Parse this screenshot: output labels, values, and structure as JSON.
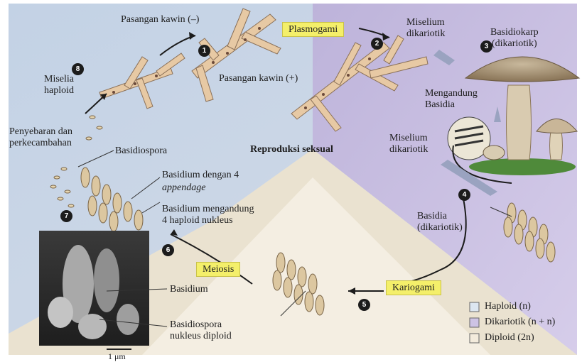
{
  "labels": {
    "pasangan_minus": "Pasangan kawin (–)",
    "pasangan_plus": "Pasangan kawin (+)",
    "plasmogami": "Plasmogami",
    "miselium_dikariotik_top": "Miselium\ndikariotik",
    "basidiokarp": "Basidiokarp\n(dikariotik)",
    "mengandung_basidia": "Mengandung\nBasidia",
    "miselium_dikariotik_mid": "Miselium\ndikariotik",
    "basidia_dikariotik": "Basidia\n(dikariotik)",
    "kariogami": "Kariogami",
    "reproduksi_seksual": "Reproduksi seksual",
    "miselia_haploid": "Miselia\nhaploid",
    "penyebaran": "Penyebaran dan\nperkecambahan",
    "basidiospora": "Basidiospora",
    "basidium_appendage_1": "Basidium dengan 4",
    "basidium_appendage_2": "appendage",
    "basidium_nukleus": "Basidium mengandung\n4 haploid nukleus",
    "meiosis": "Meiosis",
    "basidium": "Basidium",
    "basidiospora_diploid": "Basidiospora\nnukleus diploid",
    "scale_bar": "1 μm"
  },
  "steps": [
    "1",
    "2",
    "3",
    "4",
    "5",
    "6",
    "7",
    "8"
  ],
  "legend": [
    {
      "label": "Haploid (n)",
      "color": "#dce6f0"
    },
    {
      "label": "Dikariotik (n + n)",
      "color": "#cdc3e4"
    },
    {
      "label": "Diploid (2n)",
      "color": "#f3ebdc"
    }
  ],
  "colors": {
    "haploid_bg": "#c7d5e6",
    "dikaryotic_bg": "#c9bfe0",
    "diploid_bg": "#efe7d6",
    "tag_yellow": "#f4ef6a"
  }
}
